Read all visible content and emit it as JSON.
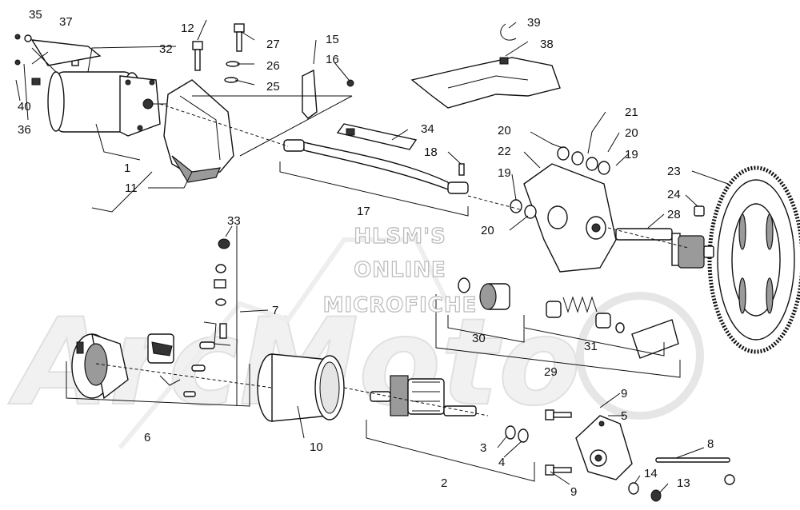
{
  "watermark": {
    "lines": [
      "HLSM'S",
      "ONLINE",
      "MICROFICHE"
    ],
    "background_brand": "ArcMoto"
  },
  "callouts": [
    {
      "id": "c35",
      "text": "35"
    },
    {
      "id": "c37",
      "text": "37"
    },
    {
      "id": "c32",
      "text": "32"
    },
    {
      "id": "c40",
      "text": "40"
    },
    {
      "id": "c36",
      "text": "36"
    },
    {
      "id": "c1",
      "text": "1"
    },
    {
      "id": "c11",
      "text": "11"
    },
    {
      "id": "c12",
      "text": "12"
    },
    {
      "id": "c27",
      "text": "27"
    },
    {
      "id": "c26",
      "text": "26"
    },
    {
      "id": "c25",
      "text": "25"
    },
    {
      "id": "c15",
      "text": "15"
    },
    {
      "id": "c16",
      "text": "16"
    },
    {
      "id": "c34",
      "text": "34"
    },
    {
      "id": "c18",
      "text": "18"
    },
    {
      "id": "c17",
      "text": "17"
    },
    {
      "id": "c39",
      "text": "39"
    },
    {
      "id": "c38",
      "text": "38"
    },
    {
      "id": "c21",
      "text": "21"
    },
    {
      "id": "c20a",
      "text": "20"
    },
    {
      "id": "c20b",
      "text": "20"
    },
    {
      "id": "c22",
      "text": "22"
    },
    {
      "id": "c19a",
      "text": "19"
    },
    {
      "id": "c19b",
      "text": "19"
    },
    {
      "id": "c20c",
      "text": "20"
    },
    {
      "id": "c23",
      "text": "23"
    },
    {
      "id": "c24",
      "text": "24"
    },
    {
      "id": "c28",
      "text": "28"
    },
    {
      "id": "c33",
      "text": "33"
    },
    {
      "id": "c7",
      "text": "7"
    },
    {
      "id": "c30",
      "text": "30"
    },
    {
      "id": "c31",
      "text": "31"
    },
    {
      "id": "c29",
      "text": "29"
    },
    {
      "id": "c6",
      "text": "6"
    },
    {
      "id": "c10",
      "text": "10"
    },
    {
      "id": "c9a",
      "text": "9"
    },
    {
      "id": "c5",
      "text": "5"
    },
    {
      "id": "c8",
      "text": "8"
    },
    {
      "id": "c3",
      "text": "3"
    },
    {
      "id": "c4",
      "text": "4"
    },
    {
      "id": "c2",
      "text": "2"
    },
    {
      "id": "c14",
      "text": "14"
    },
    {
      "id": "c13",
      "text": "13"
    },
    {
      "id": "c9b",
      "text": "9"
    }
  ]
}
